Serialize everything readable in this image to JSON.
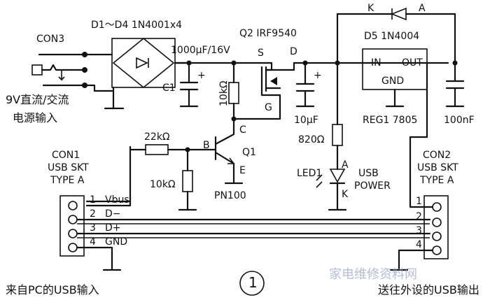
{
  "labels": {
    "con3": "CON3",
    "bridge": "D1～D4  1N4001x4",
    "power_in_1": "9V直流/交流",
    "power_in_2": "电源输入",
    "c1_value": "1000μF/16V",
    "c1": "C1",
    "plus": "+",
    "q2": "Q2  IRF9540",
    "s": "S",
    "d": "D",
    "g": "G",
    "r_10k_top": "10kΩ",
    "c": "C",
    "b": "B",
    "e": "E",
    "q1": "Q1",
    "pn100": "PN100",
    "r_22k": "22kΩ",
    "r_10k_bot": "10kΩ",
    "k_top": "K",
    "a_top": "A",
    "d5": "D5  1N4004",
    "in": "IN",
    "out": "OUT",
    "gnd": "GND",
    "reg": "REG1  7805",
    "c_10u": "10μF",
    "c_100n": "100nF",
    "r_820": "820Ω",
    "a_led": "A",
    "led1": "LED1",
    "k_led": "K",
    "usb_power_1": "USB",
    "usb_power_2": "POWER",
    "con1_1": "CON1",
    "con1_2": "USB SKT",
    "con1_3": "TYPE  A",
    "con2_1": "CON2",
    "con2_2": "USB SKT",
    "con2_3": "TYPE  A",
    "pin1": "1",
    "pin2": "2",
    "pin3": "3",
    "pin4": "4",
    "vbus": "Vbus",
    "dminus": "D−",
    "dplus": "D+",
    "gnd_pin": "GND",
    "from_pc": "来自PC的USB输入",
    "to_device": "送往外设的USB输出",
    "fig_num": "1",
    "watermark": "家电维修资料网"
  }
}
